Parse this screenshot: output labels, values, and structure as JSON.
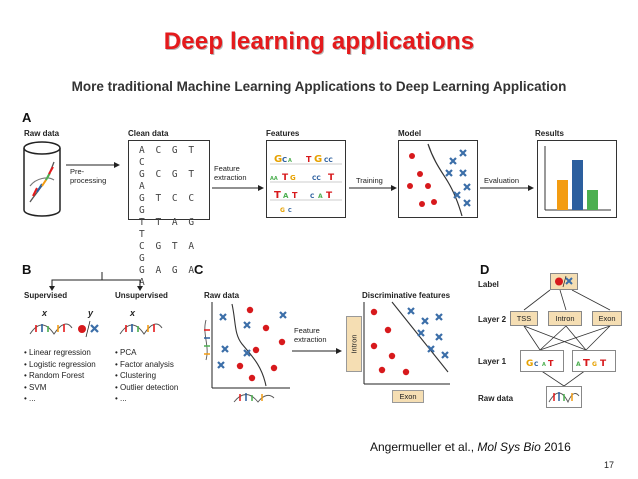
{
  "title": "Deep learning applications",
  "subtitle": "More traditional Machine Learning Applications to Deep Learning Application",
  "panel_a": {
    "letter": "A",
    "stages": [
      "Raw data",
      "Clean data",
      "Features",
      "Model",
      "Results"
    ],
    "preprocessing": "Pre-\nprocessing",
    "feature_extraction": "Feature\nextraction",
    "training": "Training",
    "evaluation": "Evaluation",
    "sequence_rows": [
      "A C G T C",
      "G C G T A",
      "G T C C G",
      "T T A G T",
      "C G T A G",
      "G A G A A"
    ]
  },
  "panel_b": {
    "letter": "B",
    "supervised": "Supervised",
    "unsupervised": "Unsupervised",
    "x": "x",
    "y": "y",
    "supervised_methods": [
      "Linear regression",
      "Logistic regression",
      "Random Forest",
      "SVM",
      "..."
    ],
    "unsupervised_methods": [
      "PCA",
      "Factor analysis",
      "Clustering",
      "Outlier detection",
      "..."
    ]
  },
  "panel_c": {
    "letter": "C",
    "raw_data": "Raw data",
    "discriminative_features": "Discriminative features",
    "feature_extraction": "Feature\nextraction",
    "intron": "Intron",
    "exon": "Exon"
  },
  "panel_d": {
    "letter": "D",
    "label": "Label",
    "layer2": "Layer 2",
    "layer1": "Layer 1",
    "raw_data": "Raw data",
    "nodes": [
      "TSS",
      "Intron",
      "Exon"
    ]
  },
  "citation": {
    "authors": "Angermueller et al., ",
    "journal": "Mol Sys Bio",
    "year": " 2016"
  },
  "page_number": "17",
  "colors": {
    "title": "#e41a1c",
    "red_point": "#d7191c",
    "blue_cross": "#3b6ea8",
    "bar_orange": "#f39c12",
    "bar_blue": "#2c5f9e",
    "bar_green": "#4caf50",
    "node_fill": "#f5deb3"
  }
}
